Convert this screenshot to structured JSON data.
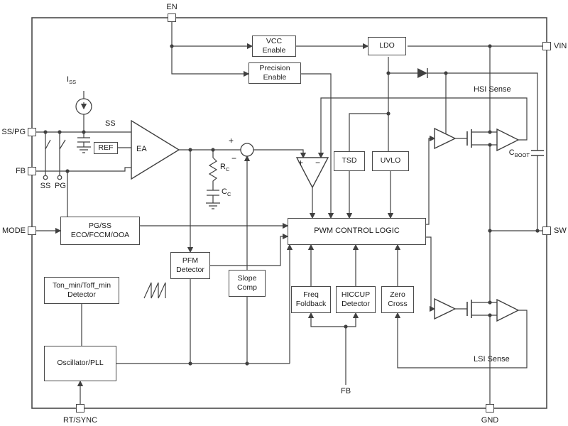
{
  "pins": {
    "en": "EN",
    "vin": "VIN",
    "sw": "SW",
    "gnd": "GND",
    "rt_sync": "RT/SYNC",
    "ss_pg": "SS/PG",
    "fb": "FB",
    "mode": "MODE"
  },
  "blocks": {
    "vcc_enable": "VCC\nEnable",
    "ldo": "LDO",
    "precision_enable": "Precision\nEnable",
    "ref": "REF",
    "ea": "EA",
    "tsd": "TSD",
    "uvlo": "UVLO",
    "pwm": "PWM CONTROL LOGIC",
    "pg_ss": "PG/SS\nECO/FCCM/OOA",
    "pfm": "PFM\nDetector",
    "slope": "Slope\nComp",
    "ton_toff": "Ton_min/Toff_min\nDetector",
    "osc": "Oscillator/PLL",
    "freq_foldback": "Freq\nFoldback",
    "hiccup": "HICCUP\nDetector",
    "zero_cross": "Zero\nCross"
  },
  "labels": {
    "iss": {
      "base": "I",
      "sub": "SS"
    },
    "rc": {
      "base": "R",
      "sub": "C"
    },
    "cc": {
      "base": "C",
      "sub": "C"
    },
    "cboot": {
      "base": "C",
      "sub": "BOOT"
    },
    "ss_wire": "SS",
    "ss_switch": "SS",
    "pg_switch": "PG",
    "fb_bottom": "FB",
    "hsi_sense": "HSI Sense",
    "lsi_sense": "LSI Sense",
    "sum_plus": "+",
    "sum_minus": "−",
    "comp_plus": "+",
    "comp_minus": "−"
  },
  "colors": {
    "line": "#404040",
    "text": "#1a1a1a",
    "background": "#ffffff"
  }
}
